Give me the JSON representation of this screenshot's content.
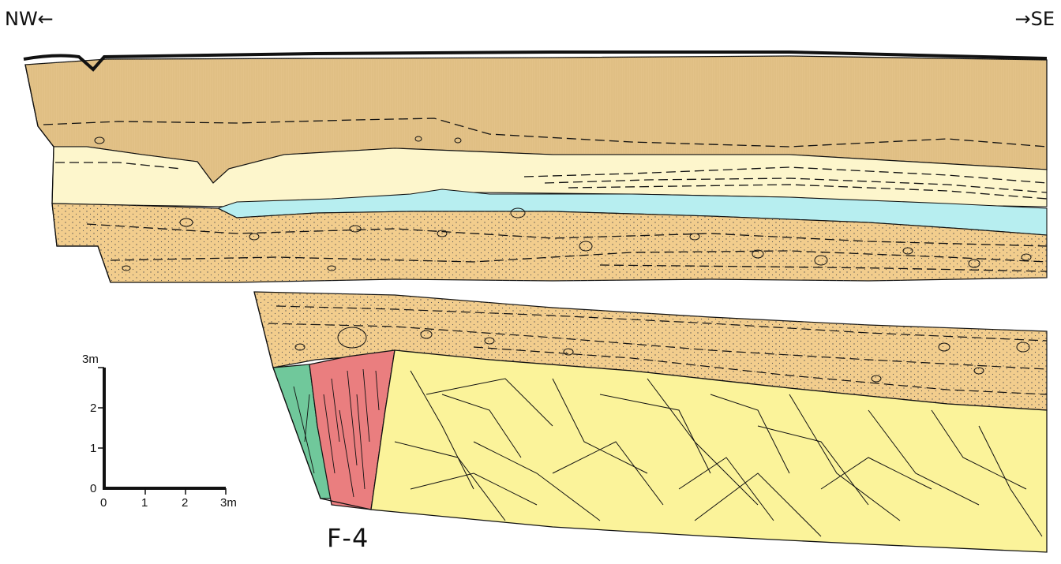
{
  "orientation": {
    "left": "NW←",
    "right": "→SE"
  },
  "fault_label": "F-4",
  "scale_bar": {
    "vertical_ticks": [
      "0",
      "1",
      "2",
      "3m"
    ],
    "horizontal_ticks": [
      "0",
      "1",
      "2",
      "3m"
    ]
  },
  "colors": {
    "topsoil": "#e3c288",
    "pale_silt": "#fdf6cc",
    "blue_clay": "#b7eef0",
    "gravel": "#f2cd8d",
    "weathered_bedrock": "#fbf39a",
    "fault_zone": "#ea7e7f",
    "green_unit": "#70c89b",
    "line": "#111111"
  }
}
